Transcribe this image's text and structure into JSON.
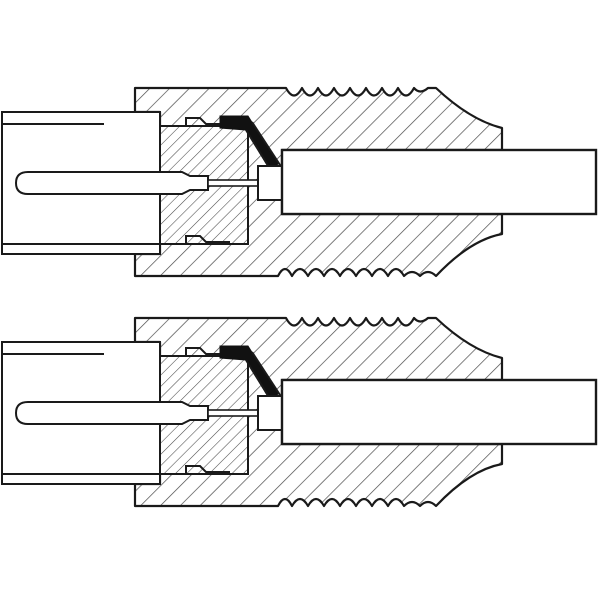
{
  "diagram": {
    "kind": "cross-section",
    "subject": "coaxial-connector-pair",
    "connector_count": 2,
    "colors": {
      "background": "#ffffff",
      "stroke": "#1a1a1a",
      "hatch": "#4a4a4a",
      "seal": "#111111"
    }
  }
}
